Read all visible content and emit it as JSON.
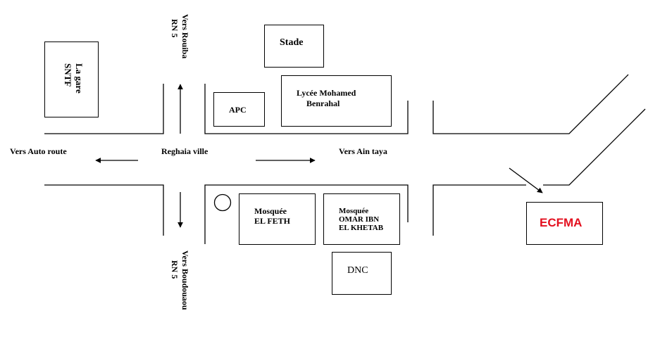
{
  "map": {
    "title": "Plan d'accès ECFMA - Reghaia",
    "destination": {
      "label": "ECFMA",
      "color": "#e3101f"
    },
    "directions": {
      "north_line1": "Vers Rouiba",
      "north_line2": "RN 5",
      "south_line1": "Vers Boudouaou",
      "south_line2": "RN 5",
      "west": "Vers Auto route",
      "center": "Reghaia ville",
      "east": "Vers Ain taya"
    },
    "landmarks": {
      "gare_line1": "La gare",
      "gare_line2": "SNTF",
      "stade": "Stade",
      "apc": "APC",
      "lycee_line1": "Lycée Mohamed",
      "lycee_line2": "Benrahal",
      "mosquee_feth_line1": "Mosquée",
      "mosquee_feth_line2": "EL FETH",
      "mosquee_omar_line1": "Mosquée",
      "mosquee_omar_line2": "OMAR IBN",
      "mosquee_omar_line3": "EL KHETAB",
      "dnc": "DNC"
    },
    "icons": {
      "roundabout": "circle-icon",
      "arrows": [
        "arrow-up-icon",
        "arrow-down-icon",
        "arrow-left-icon",
        "arrow-right-icon",
        "arrow-pointer-icon"
      ]
    }
  }
}
